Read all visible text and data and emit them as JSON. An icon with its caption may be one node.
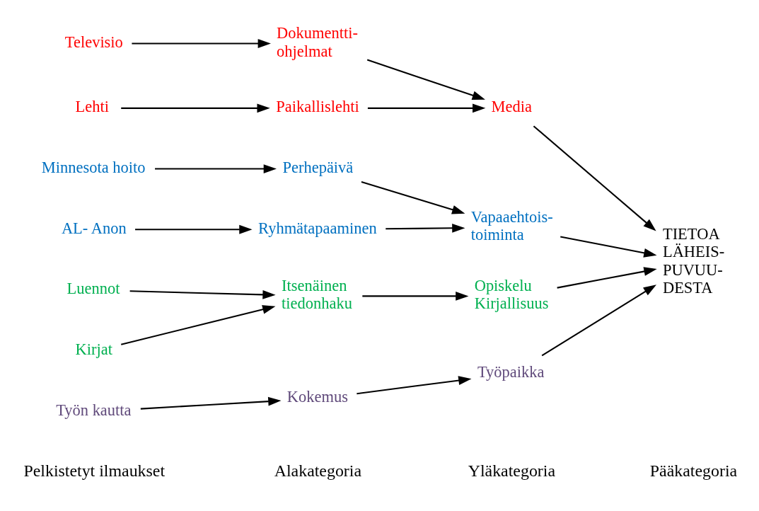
{
  "diagram": {
    "nodes": [
      {
        "text": [
          "Minnesota hoito"
        ]
      },
      {
        "text": [
          "Perhepäivä"
        ]
      },
      {
        "text": [
          "AL- Anon"
        ]
      },
      {
        "text": [
          "Ryhmätapaaminen"
        ]
      },
      {
        "text": [
          "Vapaaehtois- toiminta"
        ]
      },
      {
        "text": [
          "Televisio"
        ]
      },
      {
        "text": [
          "Dokumentti- ohjelmat"
        ]
      },
      {
        "text": [
          "Media"
        ]
      },
      {
        "text": [
          "Lehti"
        ]
      },
      {
        "text": [
          "Paikallislehti"
        ]
      },
      {
        "text": [
          "TIETOA LÄHEIS- PUVUU- DESTA"
        ]
      },
      {
        "text": [
          "Luennot"
        ]
      },
      {
        "text": [
          "Itsenäinen tiedonhaku"
        ]
      },
      {
        "text": [
          "Opiskelu Kirjallisuus"
        ]
      },
      {
        "text": [
          "Kirjat"
        ]
      },
      {
        "text": [
          "Työn kautta"
        ]
      },
      {
        "text": [
          "Kokemus"
        ]
      },
      {
        "text": [
          "Työpaikka"
        ]
      }
    ],
    "edges": [
      {
        "from": 0,
        "to": 1,
        "arrow": "to"
      },
      {
        "from": 2,
        "to": 3,
        "arrow": "to"
      },
      {
        "from": 1,
        "to": 4,
        "arrow": "to"
      },
      {
        "from": 3,
        "to": 4,
        "arrow": "to"
      },
      {
        "from": 4,
        "to": 10,
        "arrow": "to"
      },
      {
        "from": 5,
        "to": 6,
        "arrow": "to"
      },
      {
        "from": 6,
        "to": 7,
        "arrow": "to"
      },
      {
        "from": 8,
        "to": 9,
        "arrow": "to"
      },
      {
        "from": 9,
        "to": 7,
        "arrow": "to"
      },
      {
        "from": 7,
        "to": 10,
        "arrow": "to"
      },
      {
        "from": 11,
        "to": 12,
        "arrow": "to"
      },
      {
        "from": 14,
        "to": 12,
        "arrow": "to"
      },
      {
        "from": 12,
        "to": 13,
        "arrow": "to"
      },
      {
        "from": 13,
        "to": 10,
        "arrow": "to"
      },
      {
        "from": 15,
        "to": 16,
        "arrow": "to"
      },
      {
        "from": 16,
        "to": 17,
        "arrow": "to"
      },
      {
        "from": 17,
        "to": 10,
        "arrow": "to"
      }
    ],
    "labels": [
      "Pelkistetyt ilmaukset",
      "Alakategoria",
      "Yläkategoria",
      "Pääkategoria"
    ]
  }
}
